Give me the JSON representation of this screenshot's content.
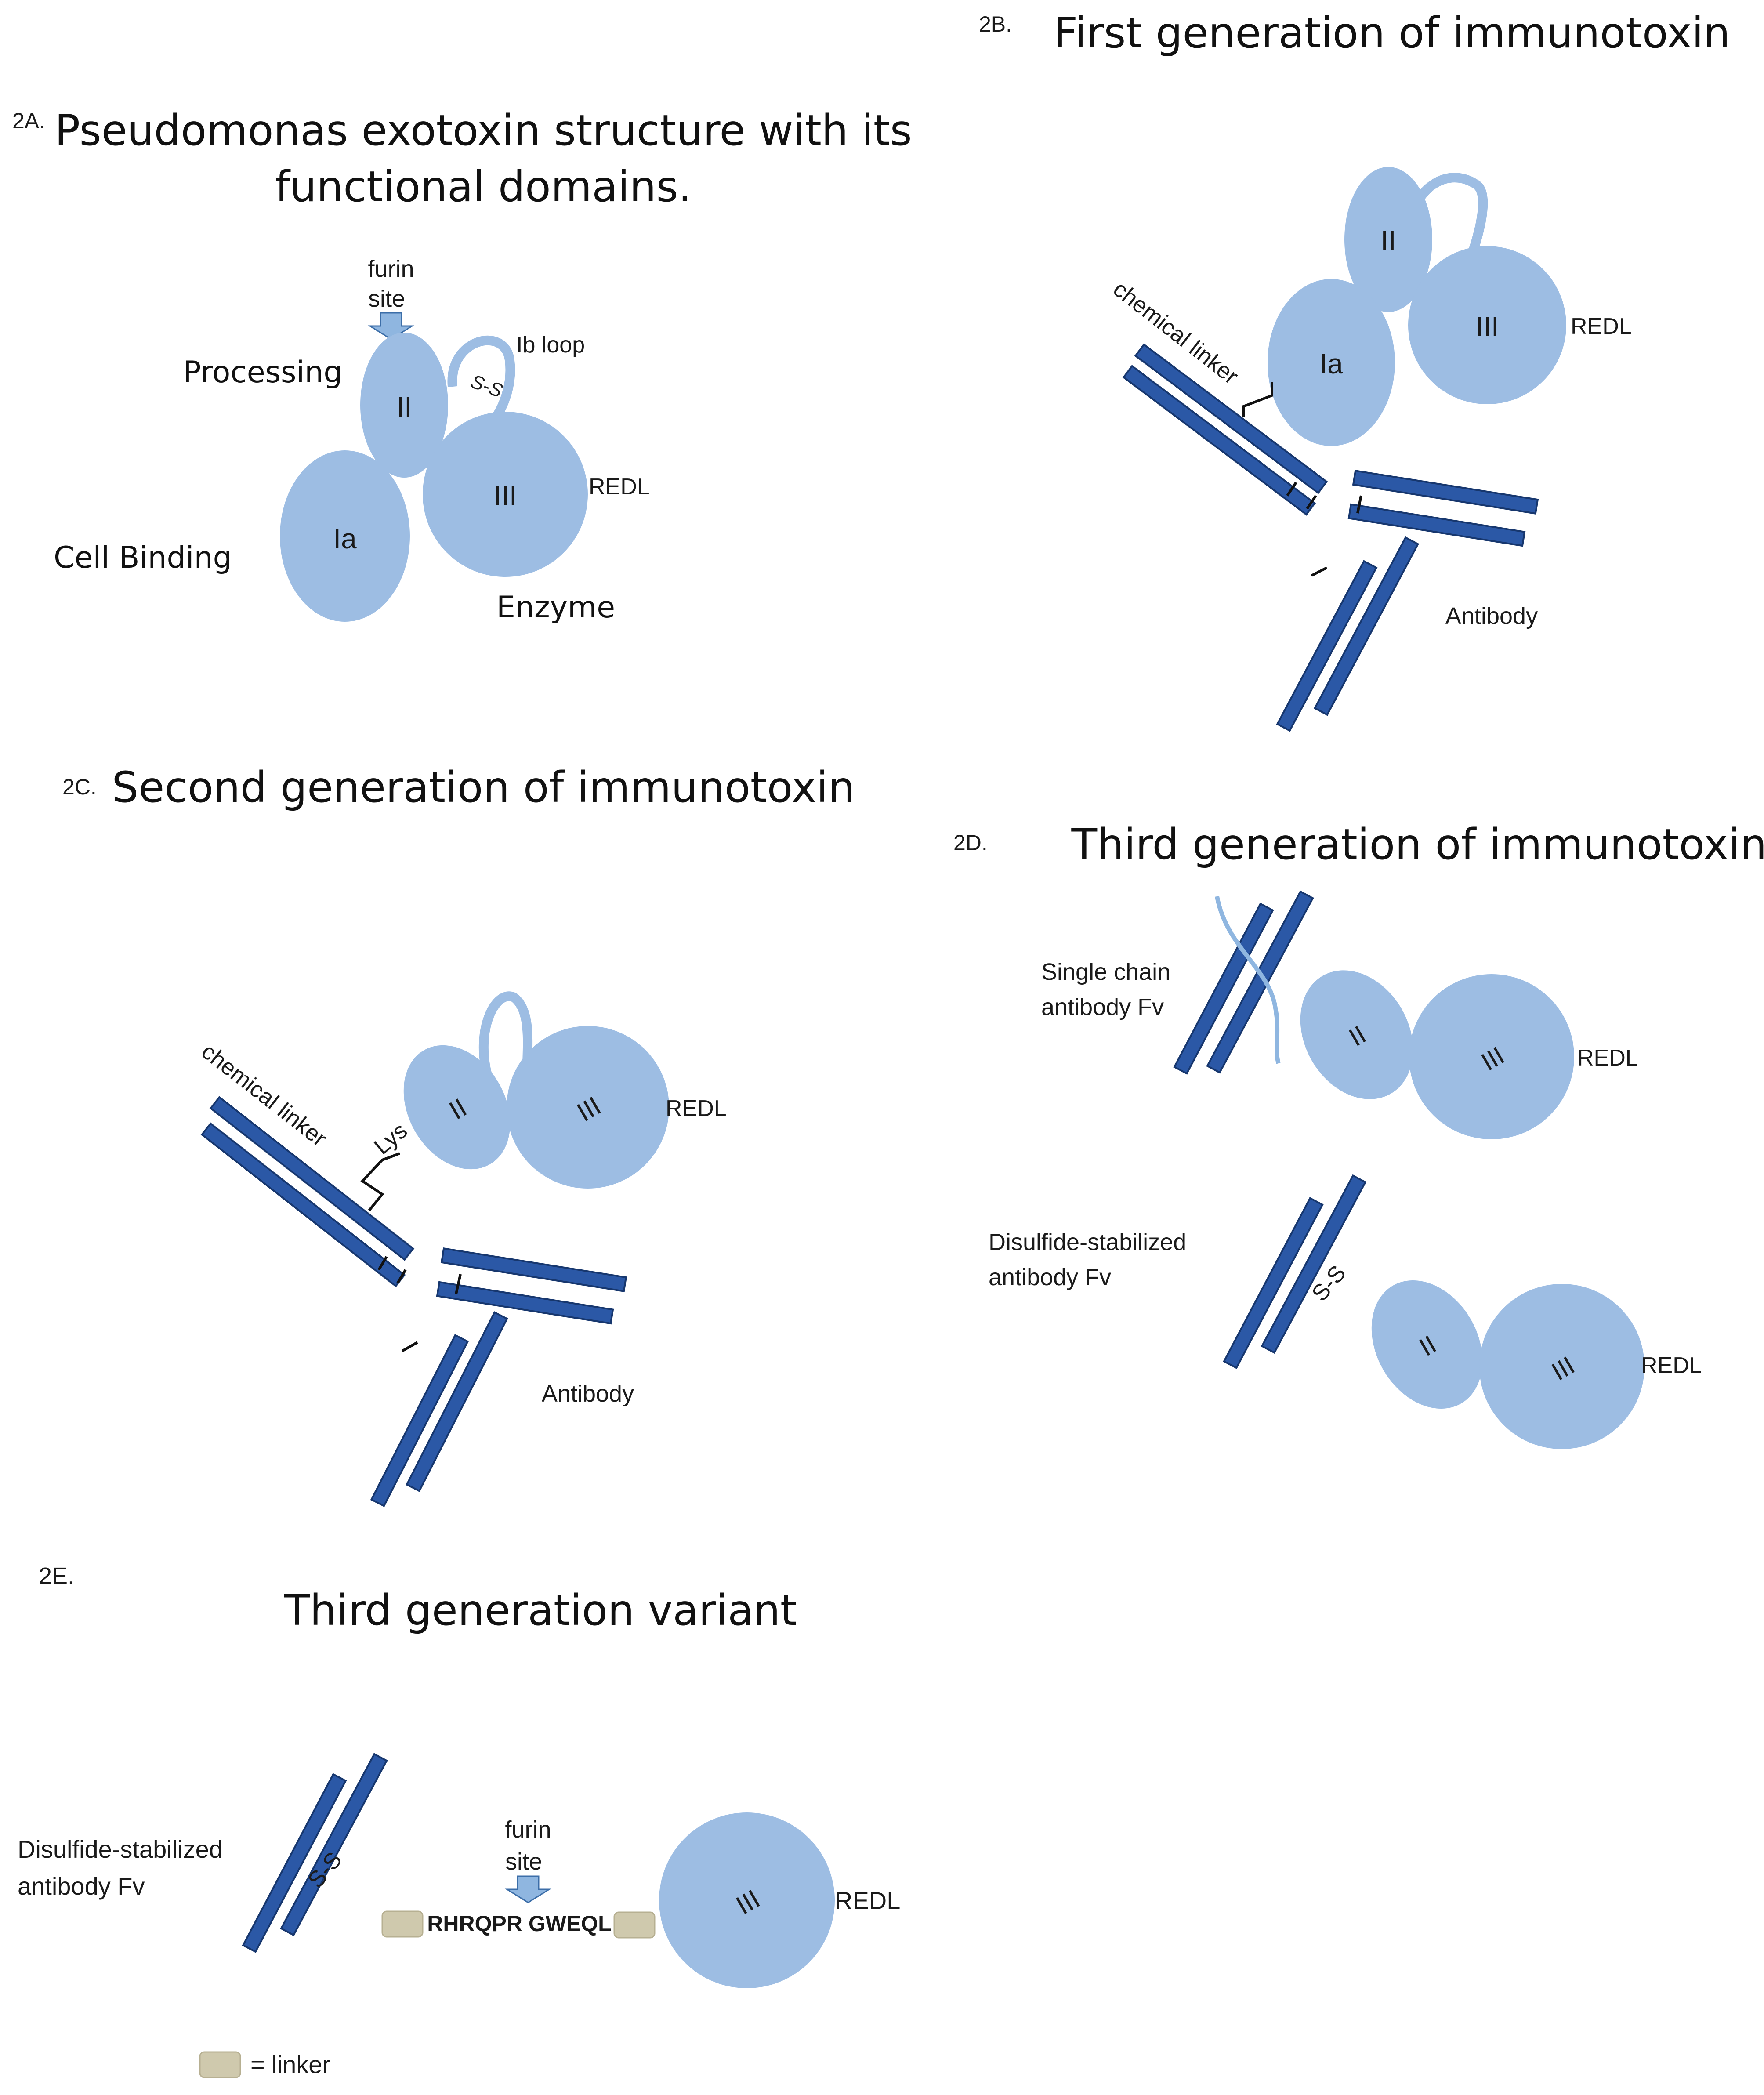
{
  "panel_a": {
    "tag": "2A.",
    "title_line1": "Pseudomonas exotoxin structure with its",
    "title_line2": "functional domains.",
    "furin_line1": "furin",
    "furin_line2": "site",
    "processing": "Processing",
    "ib_loop": "Ib loop",
    "ss": "S-S",
    "dom_ii": "II",
    "dom_iii": "III",
    "dom_ia": "Ia",
    "redl": "REDL",
    "cell_binding": "Cell Binding",
    "enzyme": "Enzyme"
  },
  "panel_b": {
    "tag": "2B.",
    "title": "First generation of immunotoxin",
    "dom_ii": "II",
    "dom_iii": "III",
    "dom_ia": "Ia",
    "redl": "REDL",
    "chemical_linker": "chemical linker",
    "antibody": "Antibody"
  },
  "panel_c": {
    "tag": "2C.",
    "title": "Second generation of immunotoxin",
    "dom_ii": "II",
    "dom_iii": "III",
    "redl": "REDL",
    "chemical_linker": "chemical linker",
    "lys": "Lys",
    "antibody": "Antibody"
  },
  "panel_d": {
    "tag": "2D.",
    "title": "Third generation of immunotoxin",
    "scfv_line1": "Single chain",
    "scfv_line2": "antibody Fv",
    "dsfv_line1": "Disulfide-stabilized",
    "dsfv_line2": "antibody Fv",
    "dom_ii": "II",
    "dom_iii": "III",
    "redl": "REDL",
    "ss": "S-S"
  },
  "panel_e": {
    "tag": "2E.",
    "title": "Third generation variant",
    "dsfv_line1": "Disulfide-stabilized",
    "dsfv_line2": "antibody Fv",
    "ss": "S-S",
    "furin_line1": "furin",
    "furin_line2": "site",
    "sequence": "RHRQPR GWEQL",
    "dom_iii": "III",
    "redl": "REDL",
    "legend_text": "= linker"
  },
  "colors": {
    "toxin_domain": "#9dbde3",
    "antibody_chain": "#2b58a6",
    "linker_box": "#cfc9ad",
    "furin_arrow": "#8fb6e0"
  }
}
